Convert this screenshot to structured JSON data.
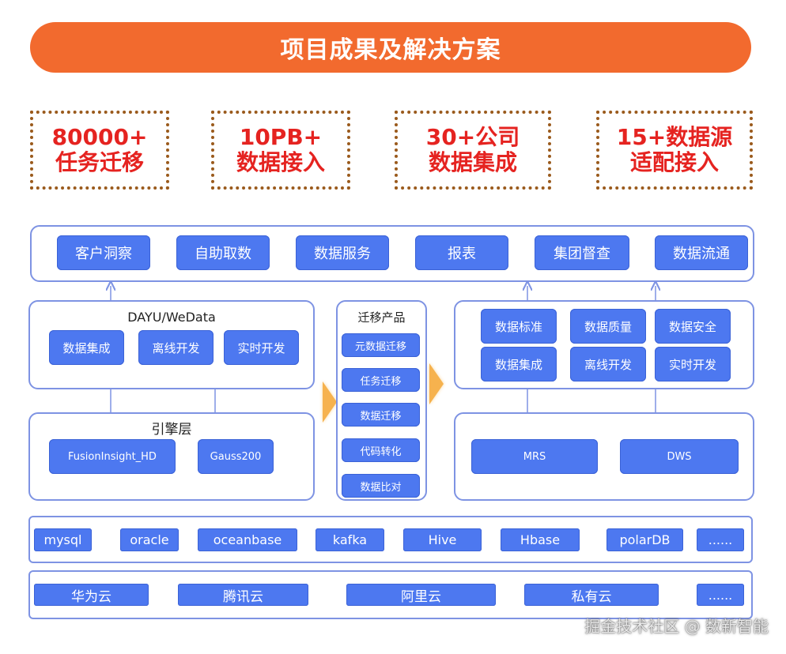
{
  "banner": {
    "title": "项目成果及解决方案"
  },
  "stats": [
    {
      "big": "80000+",
      "small": "任务迁移"
    },
    {
      "big": "10PB+",
      "small": "数据接入"
    },
    {
      "big": "30+公司",
      "small": "数据集成"
    },
    {
      "big": "15+数据源",
      "small": "适配接入"
    }
  ],
  "apps": [
    "客户洞察",
    "自助取数",
    "数据服务",
    "报表",
    "集团督查",
    "数据流通"
  ],
  "left_platform": {
    "title": "DAYU/WeData",
    "modules": [
      "数据集成",
      "离线开发",
      "实时开发"
    ]
  },
  "left_engine": {
    "title": "引擎层",
    "engines": [
      "FusionInsight_HD",
      "Gauss200"
    ]
  },
  "migration": {
    "title": "迁移产品",
    "items": [
      "元数据迁移",
      "任务迁移",
      "数据迁移",
      "代码转化",
      "数据比对"
    ]
  },
  "right_platform": {
    "modules": [
      "数据标准",
      "数据质量",
      "数据安全",
      "数据集成",
      "离线开发",
      "实时开发"
    ]
  },
  "right_engine": {
    "engines": [
      "MRS",
      "DWS"
    ]
  },
  "datasources": [
    "mysql",
    "oracle",
    "oceanbase",
    "kafka",
    "Hive",
    "Hbase",
    "polarDB",
    "......"
  ],
  "clouds": [
    "华为云",
    "腾讯云",
    "阿里云",
    "私有云",
    "......"
  ],
  "watermark": "掘金技术社区 @ 数新智能",
  "colors": {
    "banner": "#f26a2e",
    "button": "#4d78f0",
    "panel_border": "#7e93e3",
    "stat_text": "#e52320",
    "stat_border": "#9a5a1c"
  }
}
